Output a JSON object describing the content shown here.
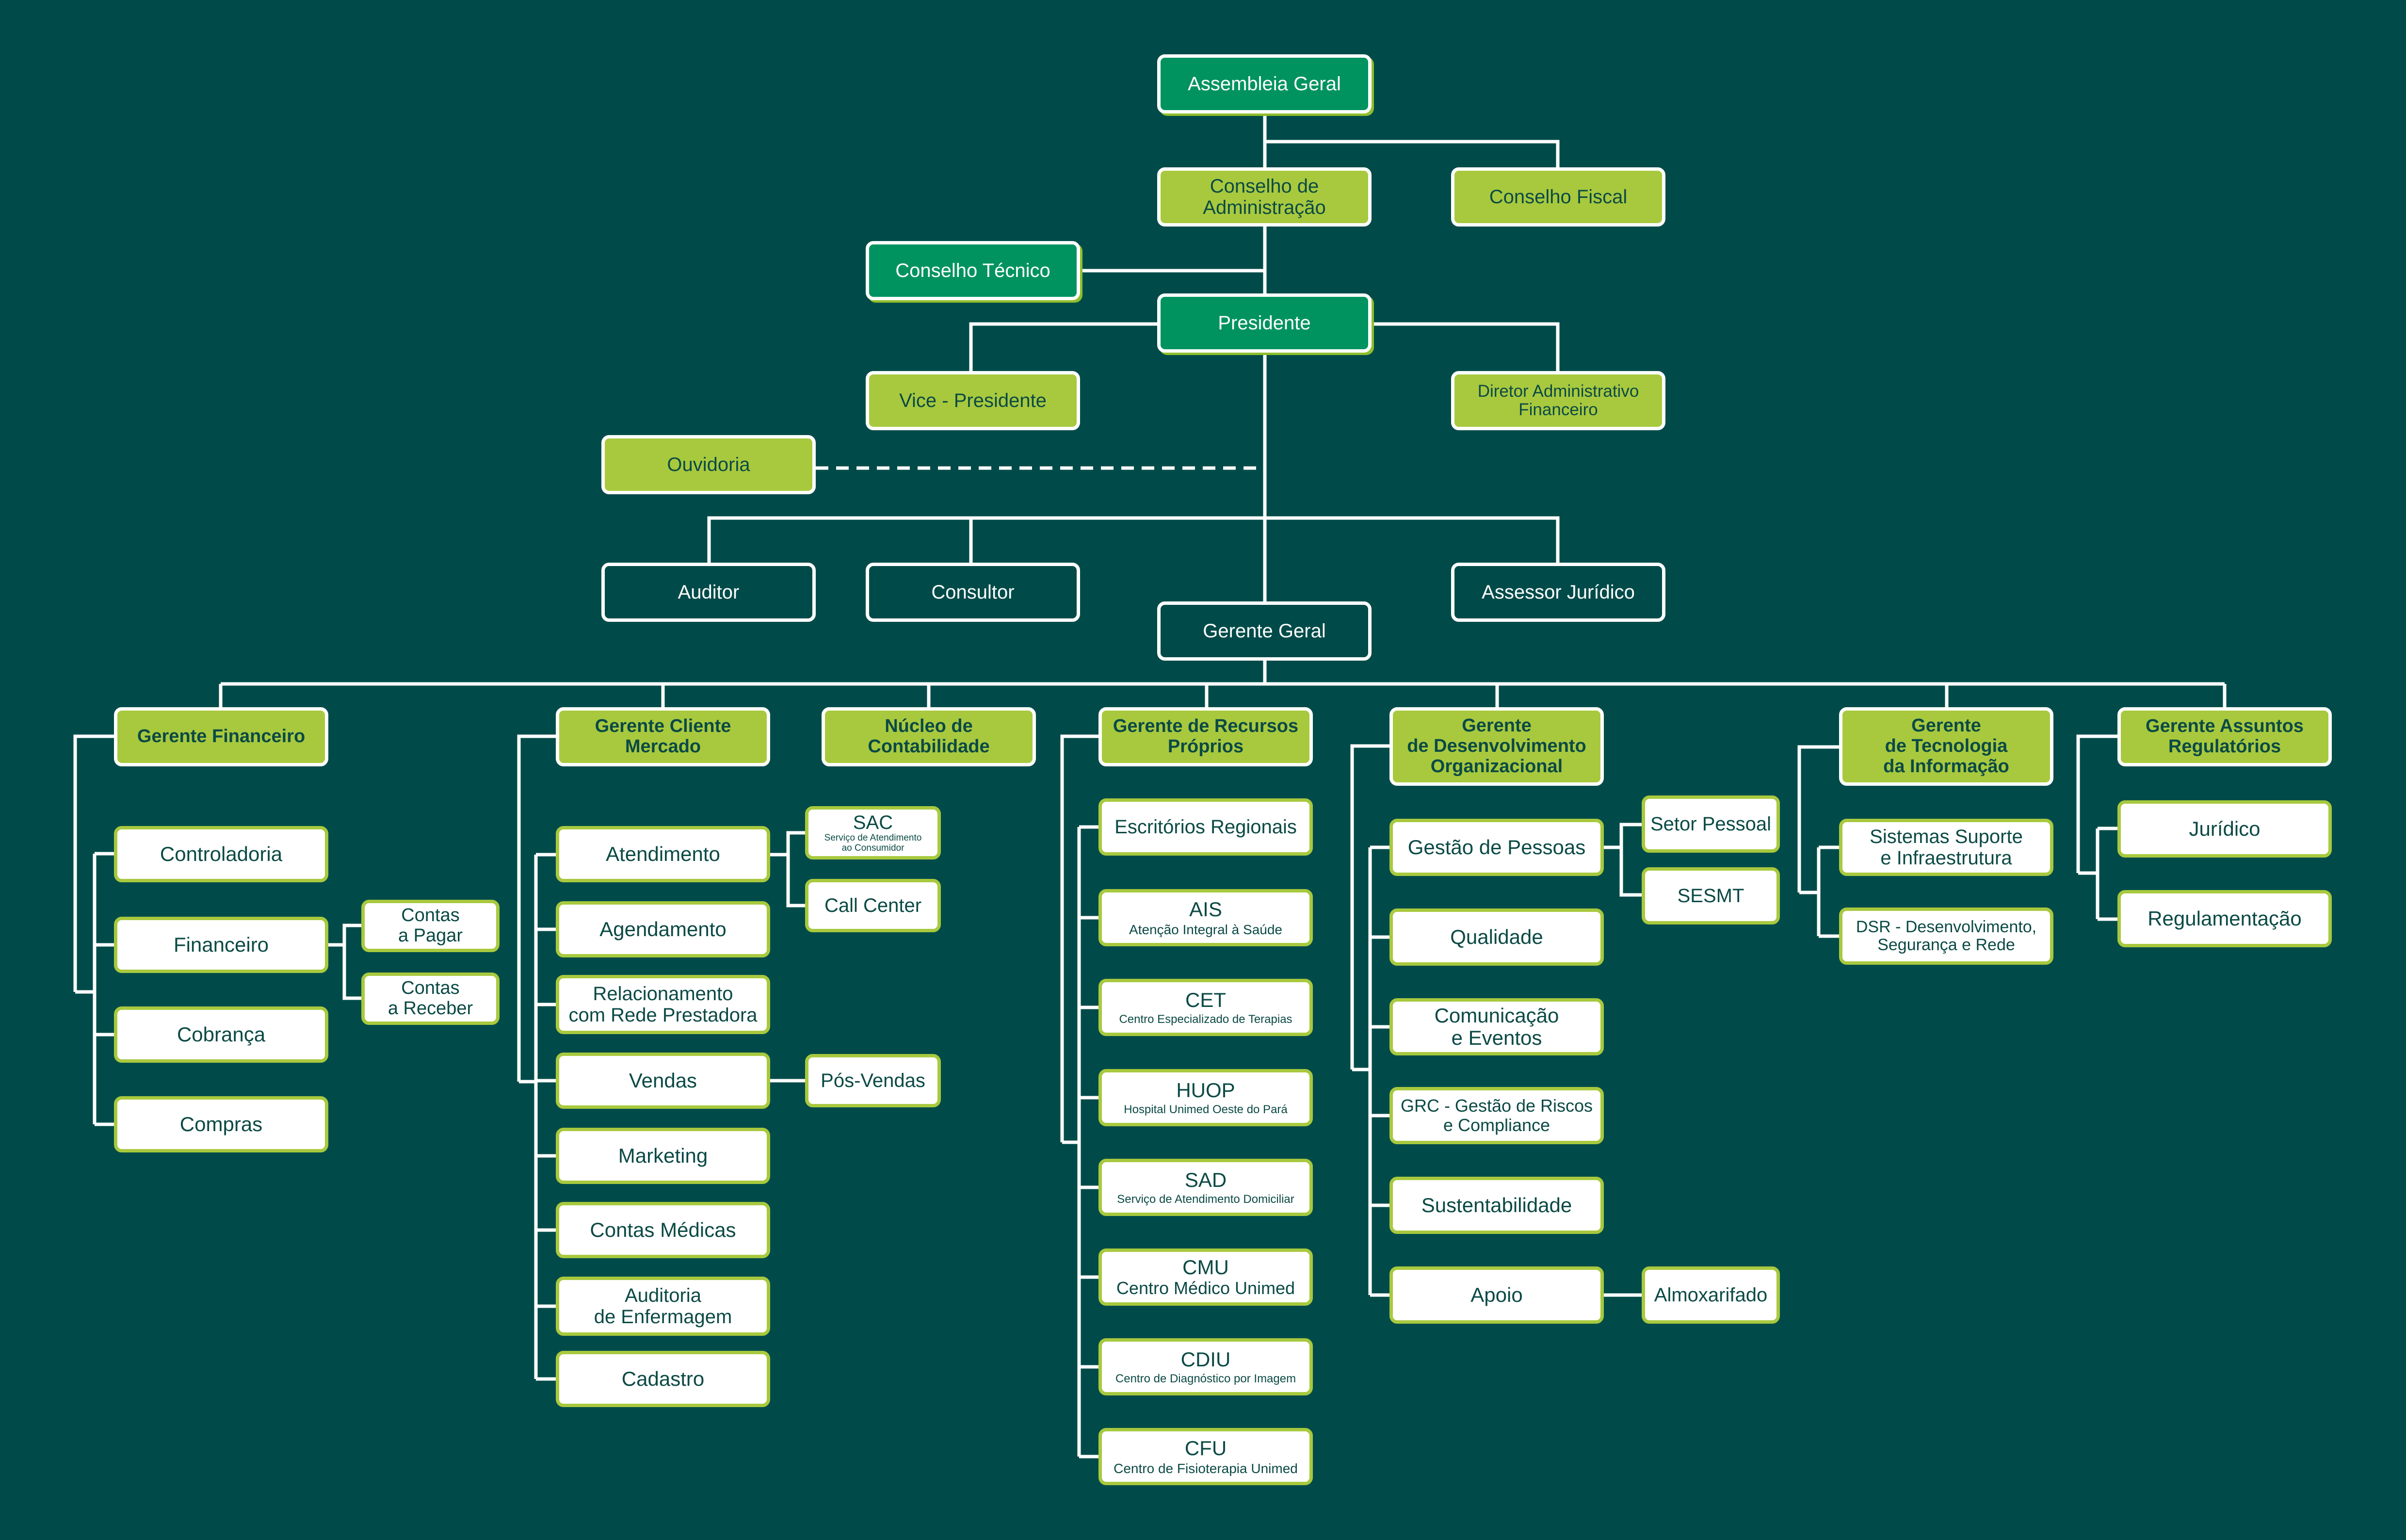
{
  "colors": {
    "background": "#004b49",
    "board_fill": "#009360",
    "accent_lime": "#a8c93e",
    "text_dark": "#0b4a45",
    "line": "#ffffff"
  },
  "top": {
    "assembleia": "Assembleia Geral",
    "conselho_admin": "Conselho de\nAdministração",
    "conselho_fiscal": "Conselho Fiscal",
    "conselho_tecnico": "Conselho Técnico",
    "presidente": "Presidente",
    "vice_presidente": "Vice - Presidente",
    "diretor_adm": "Diretor Administrativo\nFinanceiro",
    "ouvidoria": "Ouvidoria",
    "auditor": "Auditor",
    "consultor": "Consultor",
    "assessor": "Assessor Jurídico",
    "gerente_geral": "Gerente Geral"
  },
  "financeiro": {
    "head": "Gerente Financeiro",
    "controladoria": "Controladoria",
    "financeiro": "Financeiro",
    "contas_pagar": "Contas\na Pagar",
    "contas_receber": "Contas\na Receber",
    "cobranca": "Cobrança",
    "compras": "Compras"
  },
  "cliente": {
    "head": "Gerente Cliente\nMercado",
    "atendimento": "Atendimento",
    "sac": "SAC",
    "sac_sub": "Serviço de Atendimento\nao Consumidor",
    "call_center": "Call Center",
    "agendamento": "Agendamento",
    "relacionamento": "Relacionamento\ncom Rede Prestadora",
    "vendas": "Vendas",
    "pos_vendas": "Pós-Vendas",
    "marketing": "Marketing",
    "contas_medicas": "Contas Médicas",
    "auditoria": "Auditoria\nde Enfermagem",
    "cadastro": "Cadastro"
  },
  "contabilidade": {
    "head": "Núcleo de\nContabilidade"
  },
  "recursos": {
    "head": "Gerente de Recursos\nPróprios",
    "escritorios": "Escritórios Regionais",
    "ais": "AIS",
    "ais_sub": "Atenção Integral à Saúde",
    "cet": "CET",
    "cet_sub": "Centro Especializado de Terapias",
    "huop": "HUOP",
    "huop_sub": "Hospital Unimed Oeste do Pará",
    "sad": "SAD",
    "sad_sub": "Serviço de Atendimento Domiciliar",
    "cmu": "CMU",
    "cmu_sub": "Centro Médico Unimed",
    "cdiu": "CDIU",
    "cdiu_sub": "Centro de Diagnóstico por Imagem",
    "cfu": "CFU",
    "cfu_sub": "Centro de Fisioterapia Unimed"
  },
  "desenvolvimento": {
    "head": "Gerente\nde Desenvolvimento\nOrganizacional",
    "gestao_pessoas": "Gestão de Pessoas",
    "setor_pessoal": "Setor Pessoal",
    "sesmt": "SESMT",
    "qualidade": "Qualidade",
    "comunicacao": "Comunicação\ne Eventos",
    "grc": "GRC - Gestão de Riscos\ne Compliance",
    "sustentabilidade": "Sustentabilidade",
    "apoio": "Apoio",
    "almoxarifado": "Almoxarifado"
  },
  "tecnologia": {
    "head": "Gerente\nde Tecnologia\nda Informação",
    "sistemas": "Sistemas Suporte\ne Infraestrutura",
    "dsr": "DSR - Desenvolvimento,\nSegurança e Rede"
  },
  "regulatorios": {
    "head": "Gerente Assuntos\nRegulatórios",
    "juridico": "Jurídico",
    "regulamentacao": "Regulamentação"
  }
}
